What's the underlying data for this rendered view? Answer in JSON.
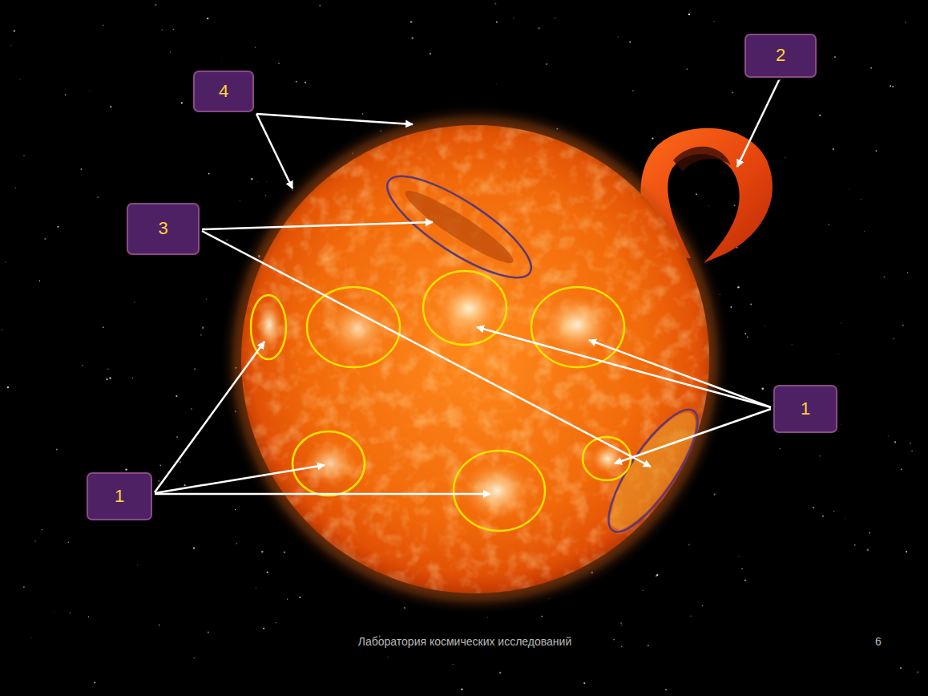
{
  "diagram": {
    "nodes": [
      {
        "text": [
          "2"
        ]
      },
      {
        "text": [
          "4"
        ]
      },
      {
        "text": [
          "3"
        ]
      },
      {
        "text": [
          "1"
        ]
      },
      {
        "text": [
          "1"
        ]
      }
    ],
    "labels": [
      "Лаборатория космических исследований",
      "6"
    ]
  }
}
